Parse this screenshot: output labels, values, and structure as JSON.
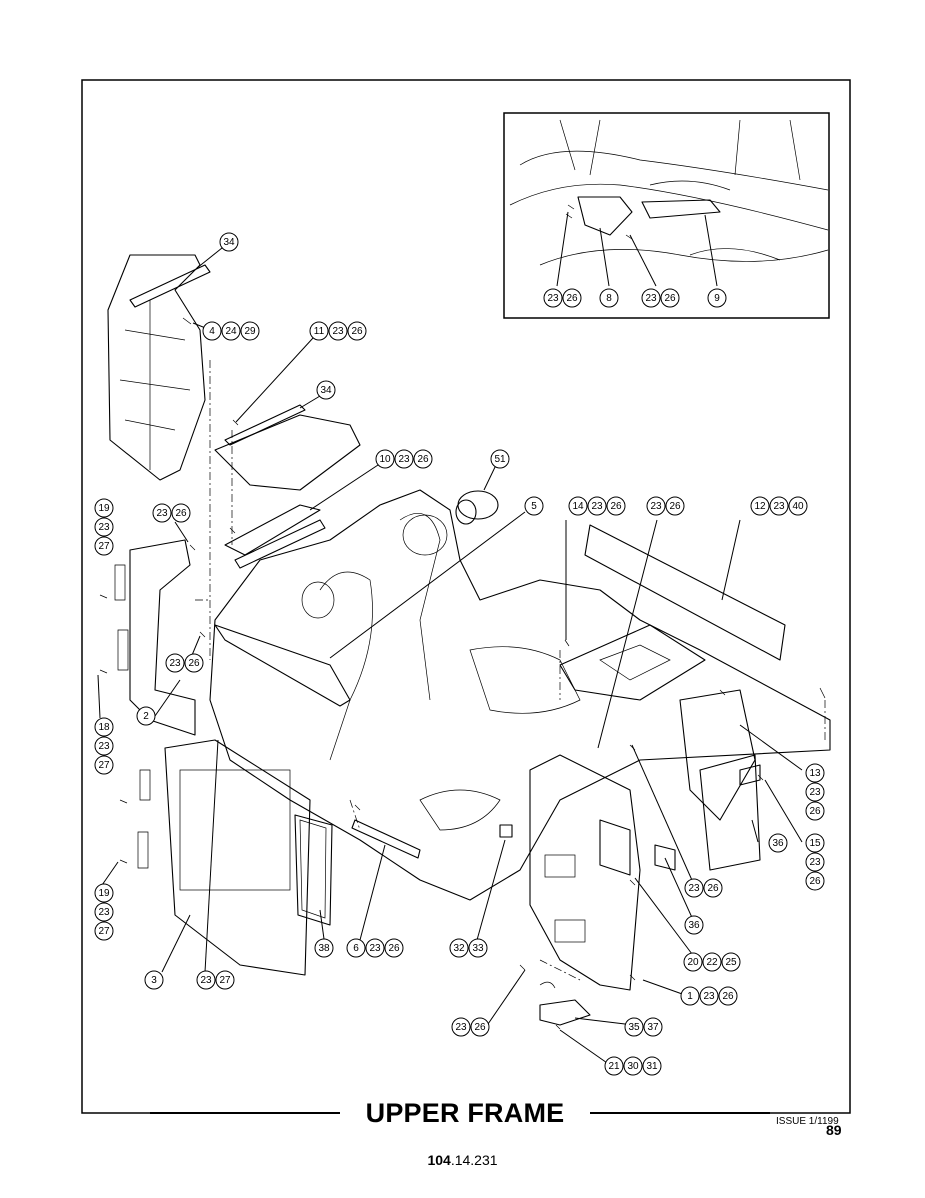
{
  "title": "UPPER FRAME",
  "issue": "ISSUE 1/1199",
  "page_number": "89",
  "doc_number": {
    "bold": "104",
    "rest": ".14.231"
  },
  "callouts": [
    {
      "id": "c34a",
      "nums": [
        "34"
      ]
    },
    {
      "id": "c4",
      "nums": [
        "4",
        "24",
        "29"
      ]
    },
    {
      "id": "c11",
      "nums": [
        "11",
        "23",
        "26"
      ]
    },
    {
      "id": "c34b",
      "nums": [
        "34"
      ]
    },
    {
      "id": "c10",
      "nums": [
        "10",
        "23",
        "26"
      ]
    },
    {
      "id": "c51",
      "nums": [
        "51"
      ]
    },
    {
      "id": "c5",
      "nums": [
        "5"
      ]
    },
    {
      "id": "c14",
      "nums": [
        "14",
        "23",
        "26"
      ]
    },
    {
      "id": "c2326a",
      "nums": [
        "23",
        "26"
      ]
    },
    {
      "id": "c12",
      "nums": [
        "12",
        "23",
        "40"
      ]
    },
    {
      "id": "c19a",
      "nums": [
        "19",
        "23",
        "27"
      ]
    },
    {
      "id": "c2326b",
      "nums": [
        "23",
        "26"
      ]
    },
    {
      "id": "c2326c",
      "nums": [
        "23",
        "26"
      ]
    },
    {
      "id": "c18",
      "nums": [
        "18",
        "23",
        "27"
      ]
    },
    {
      "id": "c2",
      "nums": [
        "2"
      ]
    },
    {
      "id": "c19b",
      "nums": [
        "19",
        "23",
        "27"
      ]
    },
    {
      "id": "c3",
      "nums": [
        "3"
      ]
    },
    {
      "id": "c2327",
      "nums": [
        "23",
        "27"
      ]
    },
    {
      "id": "c38",
      "nums": [
        "38"
      ]
    },
    {
      "id": "c6",
      "nums": [
        "6",
        "23",
        "26"
      ]
    },
    {
      "id": "c32",
      "nums": [
        "32",
        "33"
      ]
    },
    {
      "id": "c13",
      "nums": [
        "13",
        "23",
        "26"
      ]
    },
    {
      "id": "c15",
      "nums": [
        "15",
        "23",
        "26"
      ]
    },
    {
      "id": "c36a",
      "nums": [
        "36"
      ]
    },
    {
      "id": "c2326d",
      "nums": [
        "23",
        "26"
      ]
    },
    {
      "id": "c36b",
      "nums": [
        "36"
      ]
    },
    {
      "id": "c20",
      "nums": [
        "20",
        "22",
        "25"
      ]
    },
    {
      "id": "c1",
      "nums": [
        "1",
        "23",
        "26"
      ]
    },
    {
      "id": "c2326e",
      "nums": [
        "23",
        "26"
      ]
    },
    {
      "id": "c35",
      "nums": [
        "35",
        "37"
      ]
    },
    {
      "id": "c21",
      "nums": [
        "21",
        "30",
        "31"
      ]
    },
    {
      "id": "i2326a",
      "nums": [
        "23",
        "26"
      ]
    },
    {
      "id": "i8",
      "nums": [
        "8"
      ]
    },
    {
      "id": "i2326b",
      "nums": [
        "23",
        "26"
      ]
    },
    {
      "id": "i9",
      "nums": [
        "9"
      ]
    }
  ]
}
